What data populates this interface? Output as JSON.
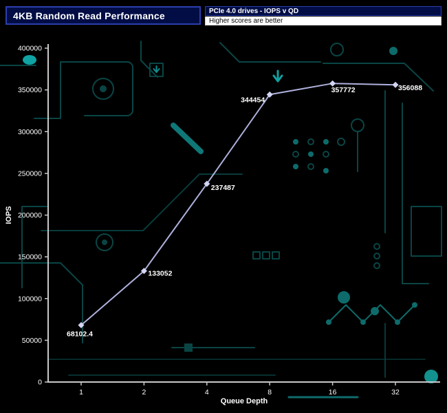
{
  "header": {
    "title": "4KB Random Read Performance",
    "subtitle": "PCIe 4.0 drives - IOPS v QD",
    "note": "Higher scores are better"
  },
  "chart_data": {
    "type": "line",
    "x": [
      1,
      2,
      4,
      8,
      16,
      32
    ],
    "x_scale": "log2-categorical",
    "series": [
      {
        "name": "PCIe 4.0 drive",
        "values": [
          68102.4,
          133052,
          237487,
          344454,
          357772,
          356088
        ]
      }
    ],
    "point_labels": [
      "68102.4",
      "133052",
      "237487",
      "344454",
      "357772",
      "356088"
    ],
    "title": "4KB Random Read Performance",
    "xlabel": "Queue Depth",
    "ylabel": "IOPS",
    "ylim": [
      0,
      400000
    ],
    "ytick_step": 50000,
    "grid": false,
    "legend": false
  },
  "colors": {
    "line": "#b7bbe9",
    "marker": "#d3d6f4",
    "axis": "#c9c9c9",
    "tick_text": "#ffffff",
    "label_text": "#ffffff",
    "circuit_dim": "#0a4545",
    "circuit_mid": "#0e6b6b",
    "circuit_bright": "#12918f",
    "header_bg": "#020d45",
    "header_border": "#2c3fae"
  }
}
